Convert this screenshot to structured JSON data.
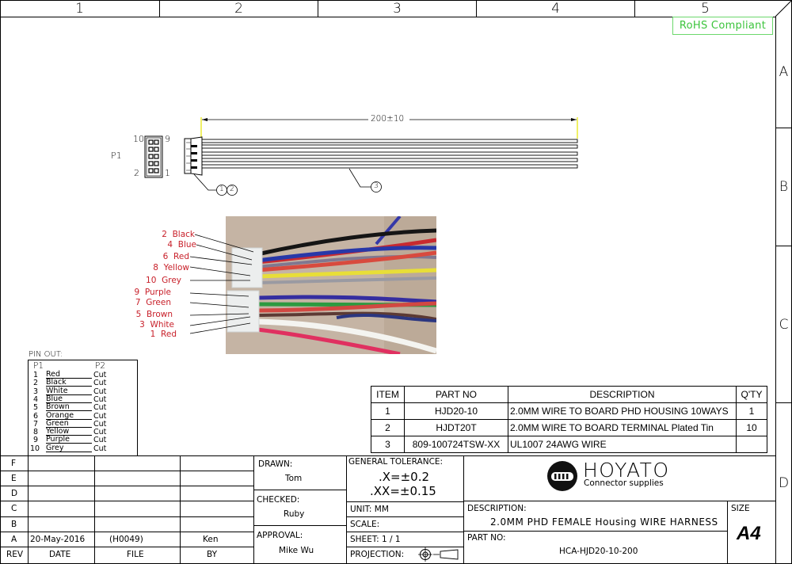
{
  "grid": {
    "columns": [
      "1",
      "2",
      "3",
      "4",
      "5"
    ],
    "rows": [
      "A",
      "B",
      "C",
      "D"
    ]
  },
  "badge": {
    "rohs": "RoHS Compliant",
    "color": "#3cc43c"
  },
  "drawing": {
    "connector_label": "P1",
    "pin_top_left": "10",
    "pin_top_right": "9",
    "pin_bottom_left": "2",
    "pin_bottom_right": "1",
    "dimension": "200±10",
    "balloon_1": "1",
    "balloon_2": "2",
    "balloon_3": "3"
  },
  "photo_labels": [
    {
      "pin": "2",
      "color": "Black"
    },
    {
      "pin": "4",
      "color": "Blue"
    },
    {
      "pin": "6",
      "color": "Red"
    },
    {
      "pin": "8",
      "color": "Yellow"
    },
    {
      "pin": "10",
      "color": "Grey"
    },
    {
      "pin": "9",
      "color": "Purple"
    },
    {
      "pin": "7",
      "color": "Green"
    },
    {
      "pin": "5",
      "color": "Brown"
    },
    {
      "pin": "3",
      "color": "White"
    },
    {
      "pin": "1",
      "color": "Red"
    }
  ],
  "pinout": {
    "title": "PIN OUT:",
    "col_p1": "P1",
    "col_p2": "P2",
    "rows": [
      {
        "pin": "1",
        "color": "Red",
        "p2": "Cut"
      },
      {
        "pin": "2",
        "color": "Black",
        "p2": "Cut"
      },
      {
        "pin": "3",
        "color": "White",
        "p2": "Cut"
      },
      {
        "pin": "4",
        "color": "Blue",
        "p2": "Cut"
      },
      {
        "pin": "5",
        "color": "Brown",
        "p2": "Cut"
      },
      {
        "pin": "6",
        "color": "Orange",
        "p2": "Cut"
      },
      {
        "pin": "7",
        "color": "Green",
        "p2": "Cut"
      },
      {
        "pin": "8",
        "color": "Yellow",
        "p2": "Cut"
      },
      {
        "pin": "9",
        "color": "Purple",
        "p2": "Cut"
      },
      {
        "pin": "10",
        "color": "Grey",
        "p2": "Cut"
      }
    ]
  },
  "bom": {
    "headers": {
      "item": "ITEM",
      "part_no": "PART NO",
      "description": "DESCRIPTION",
      "qty": "Q'TY"
    },
    "rows": [
      {
        "item": "1",
        "part_no": "HJD20-10",
        "description": "2.0MM WIRE TO BOARD PHD HOUSING 10WAYS",
        "qty": "1"
      },
      {
        "item": "2",
        "part_no": "HJDT20T",
        "description": "2.0MM WIRE TO BOARD TERMINAL Plated Tin",
        "qty": "10"
      },
      {
        "item": "3",
        "part_no": "809-100724TSW-XX",
        "description": "UL1007 24AWG WIRE",
        "qty": ""
      }
    ]
  },
  "revisions": {
    "rows": [
      {
        "rev": "F",
        "date": "",
        "file": "",
        "by": ""
      },
      {
        "rev": "E",
        "date": "",
        "file": "",
        "by": ""
      },
      {
        "rev": "D",
        "date": "",
        "file": "",
        "by": ""
      },
      {
        "rev": "C",
        "date": "",
        "file": "",
        "by": ""
      },
      {
        "rev": "B",
        "date": "",
        "file": "",
        "by": ""
      },
      {
        "rev": "A",
        "date": "20-May-2016",
        "file": "(H0049)",
        "by": "Ken"
      }
    ],
    "headers": {
      "rev": "REV",
      "date": "DATE",
      "file": "FILE",
      "by": "BY"
    }
  },
  "signoff": {
    "drawn_label": "DRAWN:",
    "drawn_by": "Tom",
    "checked_label": "CHECKED:",
    "checked_by": "Ruby",
    "approval_label": "APPROVAL:",
    "approved_by": "Mike Wu"
  },
  "tolerance": {
    "label": "GENERAL TOLERANCE:",
    "x": ".X=±0.2",
    "xx": ".XX=±0.15"
  },
  "specs": {
    "unit": "UNIT: MM",
    "scale": "SCALE:",
    "sheet": "SHEET: 1 / 1",
    "projection": "PROJECTION:"
  },
  "company": {
    "name": "HOYATO",
    "tagline": "Connector supplies"
  },
  "title_block": {
    "description_label": "DESCRIPTION:",
    "description": "2.0MM PHD FEMALE Housing WIRE HARNESS",
    "part_no_label": "PART NO:",
    "part_no": "HCA-HJD20-10-200",
    "size_label": "SIZE",
    "size": "A4"
  }
}
